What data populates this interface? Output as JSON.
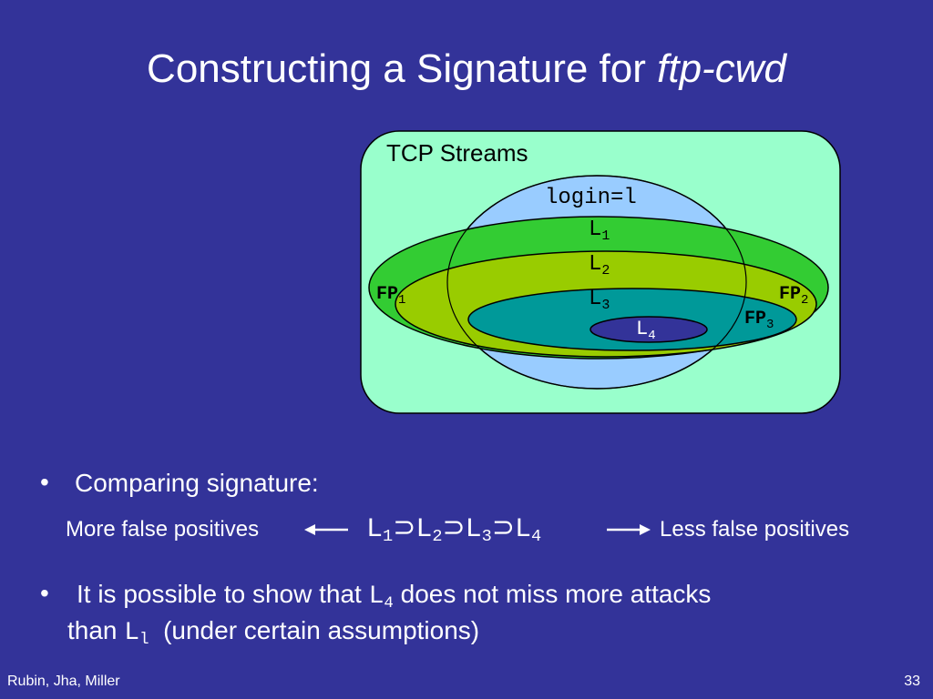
{
  "title": {
    "prefix": "Constructing a Signature for ",
    "emphasis": "ftp-cwd"
  },
  "diagram": {
    "outer_label": "TCP Streams",
    "login_label": "login=l",
    "L1": {
      "base": "L",
      "sub": "1"
    },
    "L2": {
      "base": "L",
      "sub": "2"
    },
    "L3": {
      "base": "L",
      "sub": "3"
    },
    "L4": {
      "base": "L",
      "sub": "4"
    },
    "FP1": {
      "base": "FP",
      "sub": "1"
    },
    "FP2": {
      "base": "FP",
      "sub": "2"
    },
    "FP3": {
      "base": "FP",
      "sub": "3"
    }
  },
  "bullets": {
    "first": "Comparing signature:",
    "more_fp": "More false positives",
    "less_fp": "Less false positives",
    "chain": {
      "L": "L",
      "s1": "1",
      "s2": "2",
      "s3": "3",
      "s4": "4",
      "superset": "⊃"
    },
    "second_part1": "It is possible to show that ",
    "second_L": "L",
    "second_L_sub": "4",
    "second_part2": " does not miss more attacks",
    "second_line2_part1": "than ",
    "second_line2_L": "L",
    "second_line2_L_sub": "l",
    "second_line2_part2": "  (under certain assumptions)"
  },
  "footer": {
    "authors": "Rubin, Jha, Miller",
    "page_number": "33"
  },
  "colors": {
    "background": "#333399",
    "outer_box": "#99FFCC",
    "login_circle": "#99CCFF",
    "L1_ellipse": "#33CC33",
    "L2_ellipse": "#99CC00",
    "L3_ellipse": "#009999",
    "L4_ellipse": "#333399"
  }
}
